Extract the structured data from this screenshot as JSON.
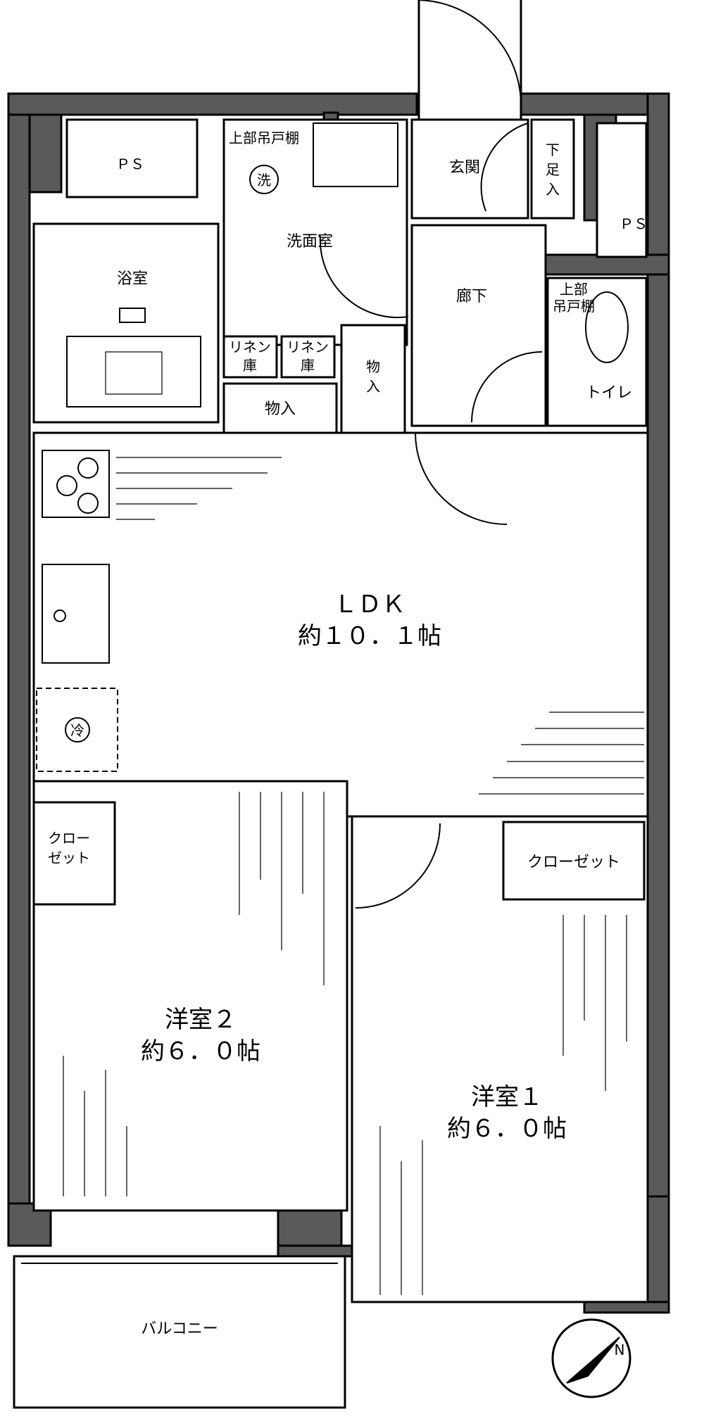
{
  "rooms": {
    "ps_top": "ＰＳ",
    "ps_right": "ＰＳ",
    "upper_cabinet_1": "上部吊戸棚",
    "washer": "洗",
    "washroom": "洗面室",
    "entrance": "玄関",
    "shoe_box": "下足入",
    "bathroom": "浴室",
    "hallway": "廊下",
    "upper_cabinet_2_line1": "上部",
    "upper_cabinet_2_line2": "吊戸棚",
    "linen_1_line1": "リネン",
    "linen_1_line2": "庫",
    "linen_2_line1": "リネン",
    "linen_2_line2": "庫",
    "storage_1": "物入",
    "storage_2_line1": "物",
    "storage_2_line2": "入",
    "toilet": "トイレ",
    "ldk_name": "ＬＤＫ",
    "ldk_size": "約１０．１帖",
    "fridge": "冷",
    "closet_left_line1": "クロー",
    "closet_left_line2": "ゼット",
    "closet_right": "クローゼット",
    "western2_name": "洋室２",
    "western2_size": "約６．０帖",
    "western1_name": "洋室１",
    "western1_size": "約６．０帖",
    "balcony": "バルコニー",
    "north": "N"
  },
  "colors": {
    "wall": "#5a5a5a",
    "line": "#000000",
    "floor": "#ffffff"
  }
}
